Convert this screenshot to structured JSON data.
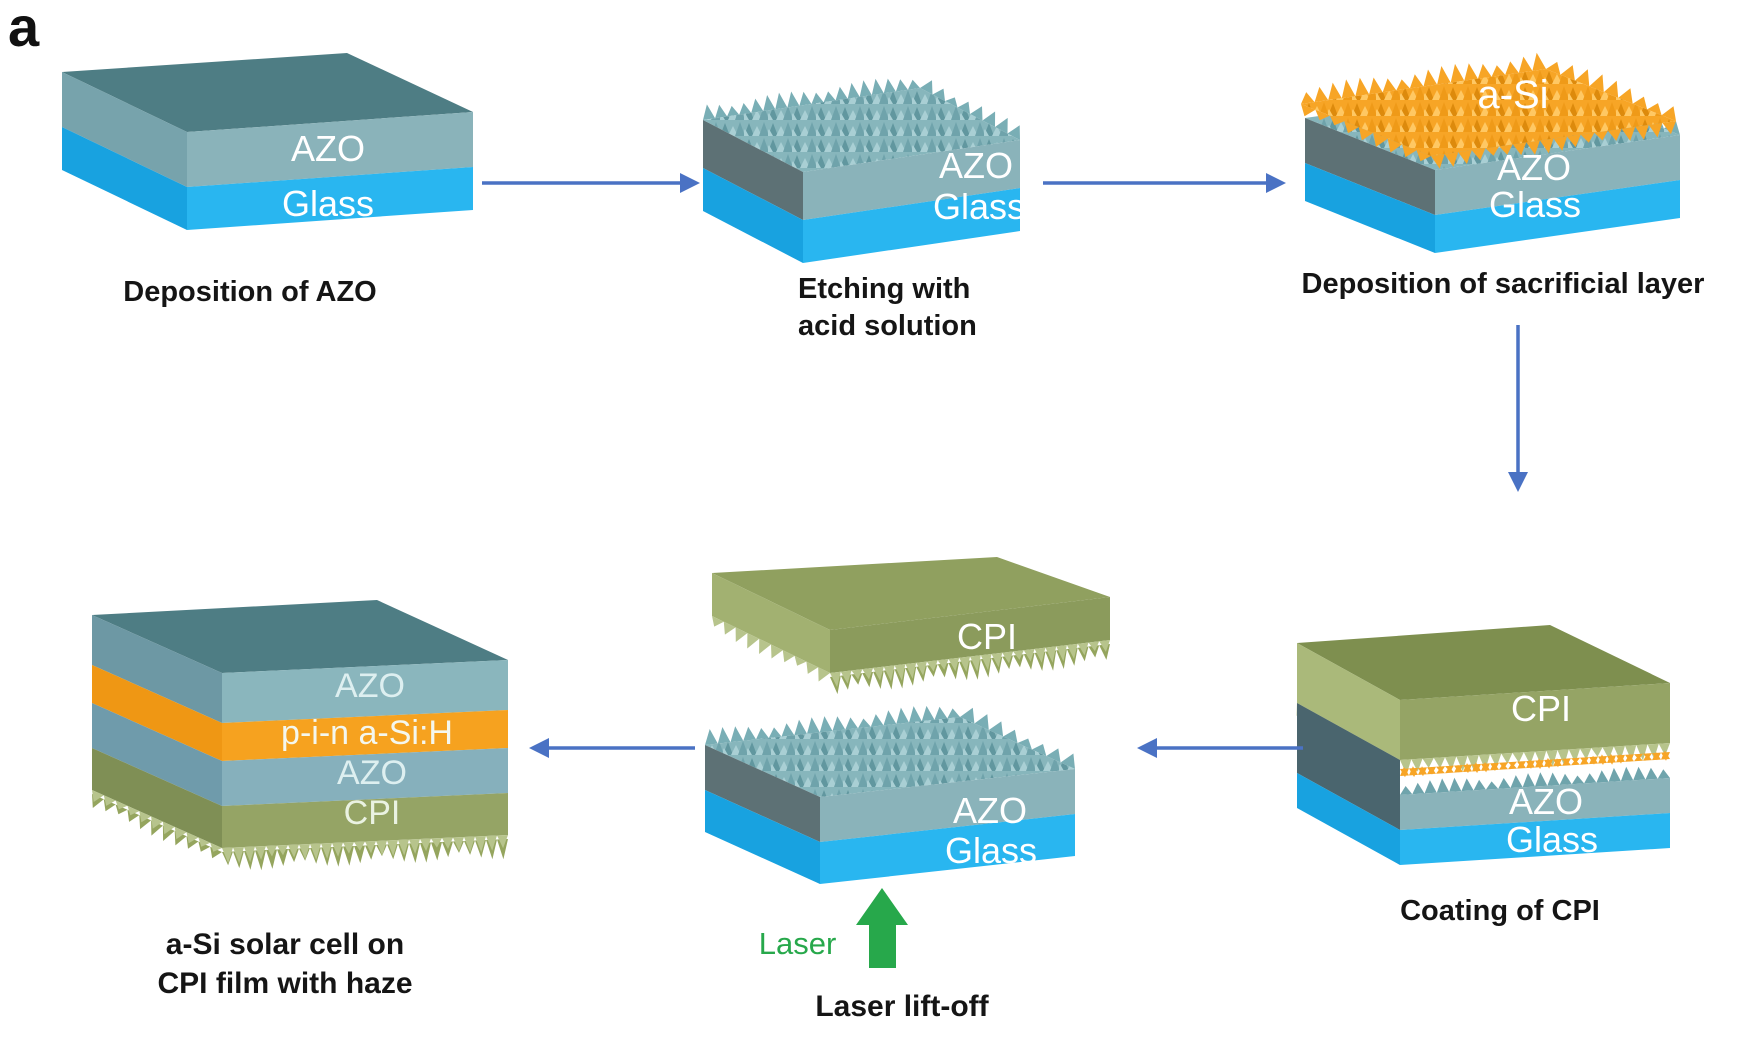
{
  "figure_letter": "a",
  "steps": [
    {
      "caption": "Deposition of AZO",
      "labels": {
        "layer1": "AZO",
        "layer2": "Glass"
      }
    },
    {
      "caption_line1": "Etching with",
      "caption_line2": "acid solution",
      "labels": {
        "layer1": "AZO",
        "layer2": "Glass"
      }
    },
    {
      "caption": "Deposition of sacrificial layer",
      "labels": {
        "top": "a-Si",
        "layer1": "AZO",
        "layer2": "Glass"
      }
    },
    {
      "caption": "Coating of CPI",
      "labels": {
        "top": "CPI",
        "layer1": "AZO",
        "layer2": "Glass"
      }
    },
    {
      "caption": "Laser lift-off",
      "laser_label": "Laser",
      "labels": {
        "top": "CPI",
        "layer1": "AZO",
        "layer2": "Glass"
      }
    },
    {
      "caption_line1": "a-Si solar cell on",
      "caption_line2": "CPI film with haze",
      "labels": {
        "layer1": "AZO",
        "layer2": "p-i-n a-Si:H",
        "layer3": "AZO",
        "layer4": "CPI"
      }
    }
  ],
  "colors": {
    "arrow_blue": "#4a72c4",
    "laser_green": "#27a84b",
    "glass_cyan": "#29b6f0",
    "azo_teal": "#8ab3ba",
    "a_si_orange": "#f6a21f",
    "cpi_olive": "#95a465"
  }
}
